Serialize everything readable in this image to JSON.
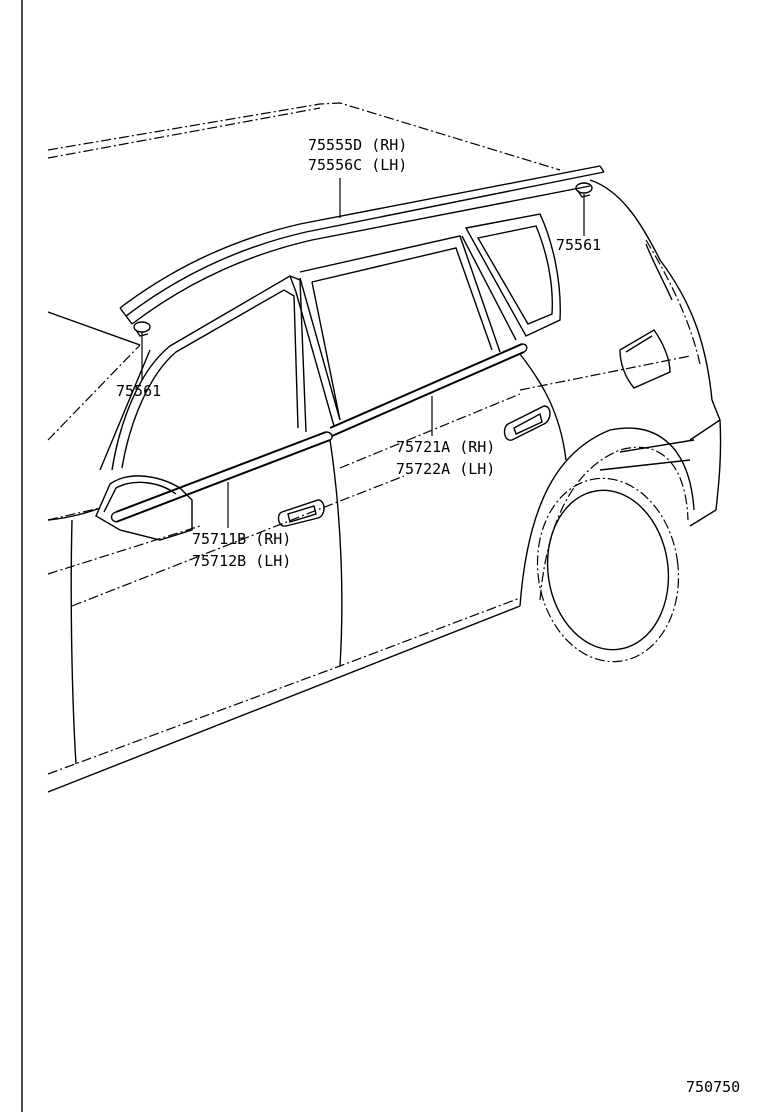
{
  "diagram": {
    "callouts": {
      "roof_rh": "75555D (RH)",
      "roof_lh": "75556C (LH)",
      "clip_rear": "75561",
      "clip_front": "75561",
      "rear_belt_rh": "75721A (RH)",
      "rear_belt_lh": "75722A (LH)",
      "front_belt_rh": "75711B (RH)",
      "front_belt_lh": "75712B (LH)"
    },
    "figure_number": "750750"
  }
}
